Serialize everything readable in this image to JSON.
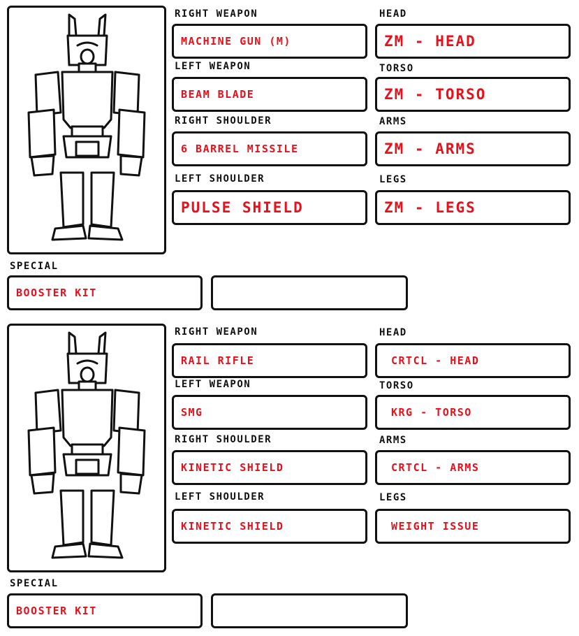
{
  "accent_color": "#e8101a",
  "loadouts": [
    {
      "labels": {
        "right_weapon": "RIGHT WEAPON",
        "left_weapon": "LEFT WEAPON",
        "right_shoulder": "RIGHT SHOULDER",
        "left_shoulder": "LEFT SHOULDER",
        "head": "HEAD",
        "torso": "TORSO",
        "arms": "ARMS",
        "legs": "LEGS",
        "special": "SPECIAL"
      },
      "right_weapon": "MACHINE GUN (M)",
      "left_weapon": "BEAM BLADE",
      "right_shoulder": "6 BARREL MISSILE",
      "left_shoulder": "PULSE SHIELD",
      "head": "ZM - HEAD",
      "torso": "ZM - TORSO",
      "arms": "ZM - ARMS",
      "legs": "ZM - LEGS",
      "special_1": "BOOSTER KIT",
      "special_2": ""
    },
    {
      "labels": {
        "right_weapon": "RIGHT WEAPON",
        "left_weapon": "LEFT WEAPON",
        "right_shoulder": "RIGHT SHOULDER",
        "left_shoulder": "LEFT SHOULDER",
        "head": "HEAD",
        "torso": "TORSO",
        "arms": "ARMS",
        "legs": "LEGS",
        "special": "SPECIAL"
      },
      "right_weapon": "RAIL RIFLE",
      "left_weapon": "SMG",
      "right_shoulder": "KINETIC SHIELD",
      "left_shoulder": "KINETIC SHIELD",
      "head": "CRTCL - HEAD",
      "torso": "KRG - TORSO",
      "arms": "CRTCL - ARMS",
      "legs": "WEIGHT ISSUE",
      "special_1": "BOOSTER KIT",
      "special_2": ""
    }
  ]
}
